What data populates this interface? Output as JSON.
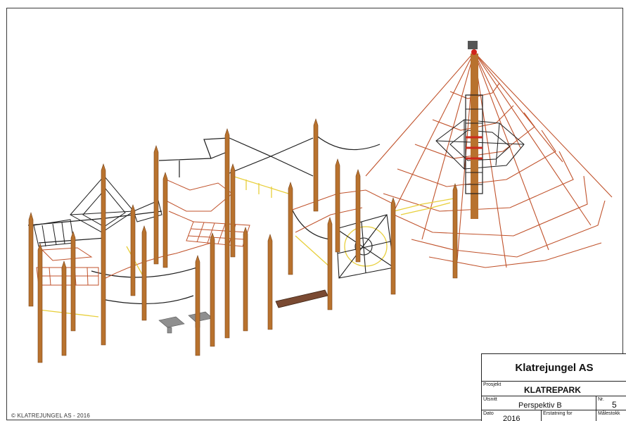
{
  "copyright": "© KLATREJUNGEL AS - 2016",
  "colors": {
    "post": "#b8722e",
    "net_red": "#c0522b",
    "rope_black": "#1e1e1e",
    "rope_yellow": "#e8cf3c",
    "bench_grey": "#8f8f8f",
    "plank_brown": "#7a4a32"
  },
  "title_block": {
    "company": "Klatrejungel AS",
    "project_label": "Prosjekt",
    "project": "KLATREPARK",
    "view_label": "Utsnitt",
    "view": "Perspektiv B",
    "nr_label": "Nr.",
    "nr": "5",
    "date_label": "Dato",
    "date": "2016",
    "replaces_label": "Erstatning for",
    "scale_label": "Målestokk"
  }
}
